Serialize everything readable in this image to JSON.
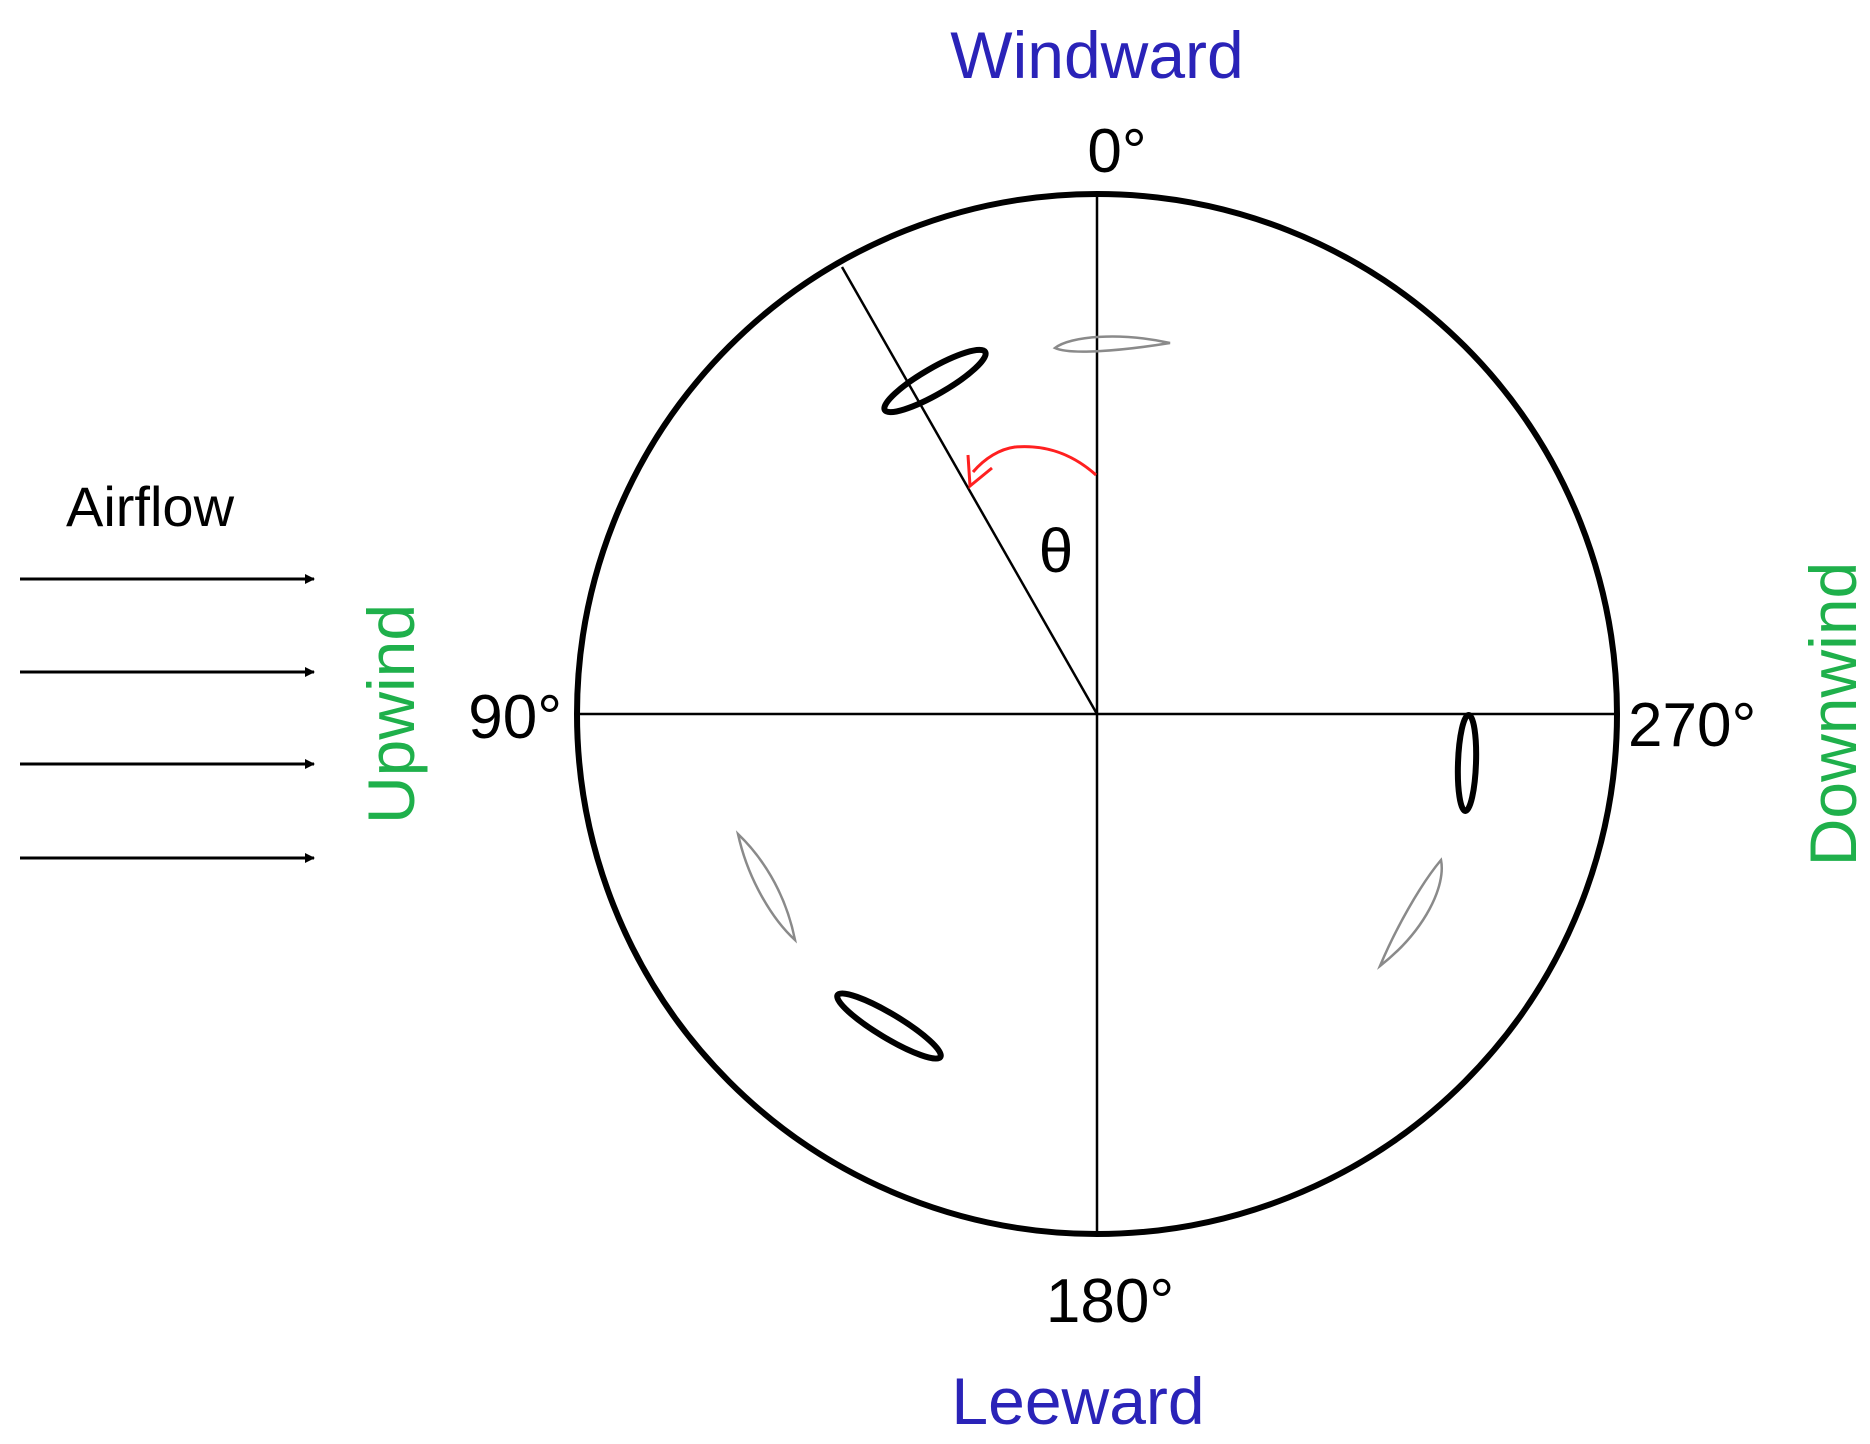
{
  "labels": {
    "windward": "Windward",
    "leeward": "Leeward",
    "upwind": "Upwind",
    "downwind": "Downwind",
    "airflow": "Airflow",
    "angle_symbol": "θ",
    "deg_0": "0°",
    "deg_90": "90°",
    "deg_180": "180°",
    "deg_270": "270°"
  },
  "colors": {
    "windward_leeward": "#2a23b8",
    "upwind_downwind": "#1fb04b",
    "angle_arrow": "#ff2020",
    "lines": "#000000",
    "light_blade": "#8a8a8a"
  },
  "airflow_arrow_count": 4,
  "blades": {
    "count": 6,
    "dark_outlines": 3,
    "light_outlines": 3
  }
}
